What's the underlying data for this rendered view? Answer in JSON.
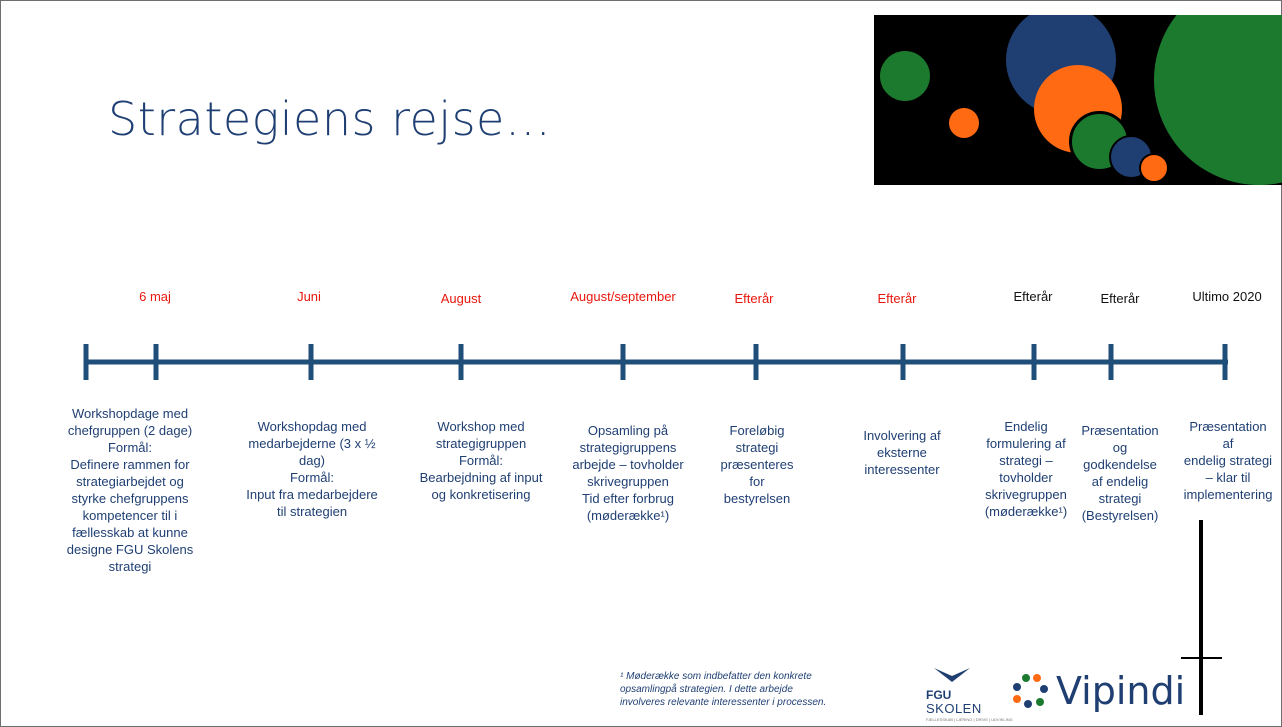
{
  "title": "Strategiens rejse…",
  "colors": {
    "title": "#1f3f73",
    "timeline": "#1f4e79",
    "date_red": "#e8170c",
    "date_black": "#111111",
    "green": "#1c7a2e",
    "orange": "#ff6a13",
    "blue": "#1f3f73"
  },
  "timeline": {
    "items": [
      {
        "date": "6 maj",
        "date_color": "red",
        "description": "Workshopdage med\nchefgruppen (2 dage)\nFormål:\nDefinere rammen for\nstrategiarbejdet og\nstyrke chefgruppens\nkompetencer til i\nfællesskab at kunne\ndesigne FGU Skolens\nstrategi"
      },
      {
        "date": "Juni",
        "date_color": "red",
        "description": "Workshopdag med\nmedarbejderne (3 x ½\ndag)\nFormål:\nInput fra medarbejdere\ntil strategien"
      },
      {
        "date": "August",
        "date_color": "red",
        "description": "Workshop med\nstrategigruppen\nFormål:\nBearbejdning af input\nog konkretisering"
      },
      {
        "date": "August/september",
        "date_color": "red",
        "description": "Opsamling på\nstrategigruppens\narbejde – tovholder\nskrivegruppen\nTid efter forbrug\n(møderække¹)"
      },
      {
        "date": "Efterår",
        "date_color": "red",
        "description": "Foreløbig\nstrategi\npræsenteres\nfor\nbestyrelsen"
      },
      {
        "date": "Efterår",
        "date_color": "red",
        "description": "Involvering af\neksterne\ninteressenter"
      },
      {
        "date": "Efterår",
        "date_color": "black",
        "description": "Endelig\nformulering af\nstrategi –\ntovholder\nskrivegruppen\n(møderække¹)"
      },
      {
        "date": "Efterår",
        "date_color": "black",
        "description": "Præsentation\nog\ngodkendelse\naf endelig\nstrategi\n(Bestyrelsen)"
      },
      {
        "date": "Ultimo 2020",
        "date_color": "black",
        "description": "Præsentation af\nendelig strategi\n– klar til\nimplementering"
      }
    ]
  },
  "footnote": "¹ Møderække som indbefatter den konkrete\nopsamlingpå strategien. I dette arbejde\ninvolveres relevante interessenter i processen.",
  "logos": {
    "fgu_line1": "FGU",
    "fgu_line2": "SKOLEN",
    "fgu_tagline": "FÆLLESSKAB | LÆRING | DRIVE | UDVIKLING",
    "vipindi": "Vipindi"
  }
}
